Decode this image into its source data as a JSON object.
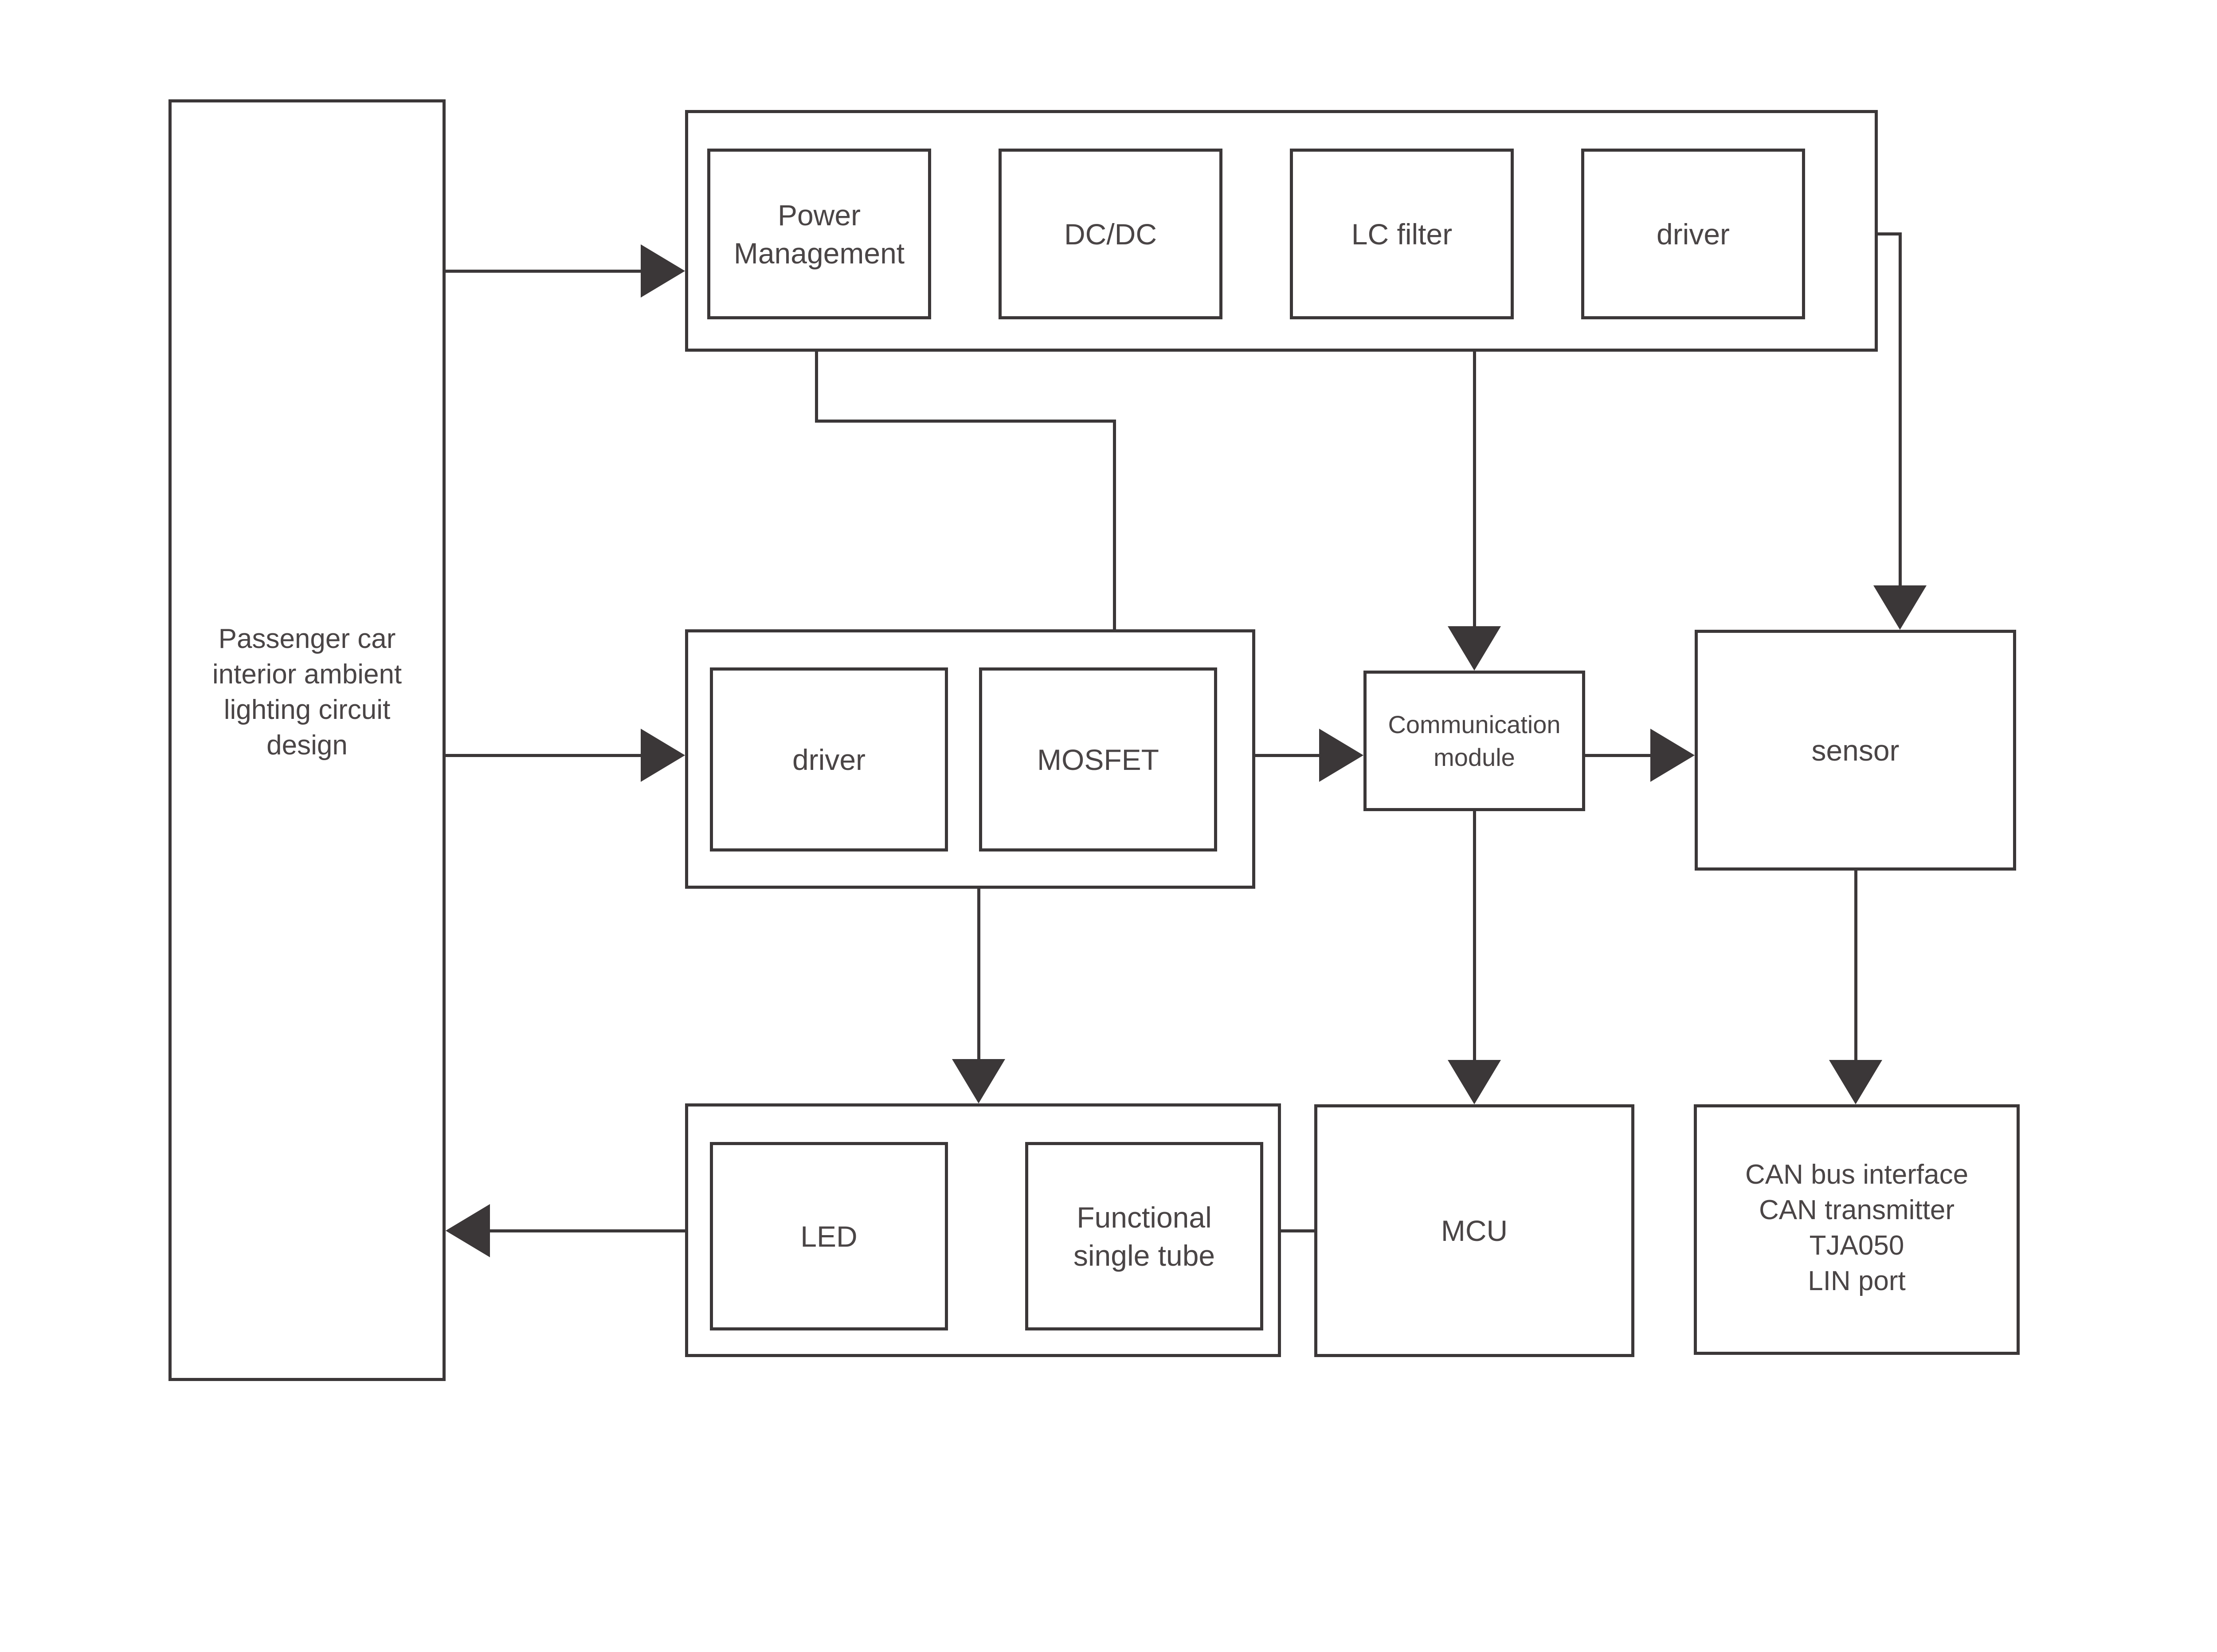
{
  "colors": {
    "stroke": "#3b3738",
    "text": "#4a4546",
    "background": "#ffffff"
  },
  "diagram": {
    "title_block": {
      "lines": [
        "Passenger car",
        "interior ambient",
        "lighting circuit",
        "design"
      ]
    },
    "power_group": {
      "power_management": {
        "label": "Power Management"
      },
      "dc_dc": {
        "label": "DC/DC"
      },
      "lc_filter": {
        "label": "LC filter"
      },
      "driver": {
        "label": "driver"
      }
    },
    "drive_group": {
      "driver": {
        "label": "driver"
      },
      "mosfet": {
        "label": "MOSFET"
      }
    },
    "communication_module": {
      "label": "Communication module"
    },
    "sensor": {
      "label": "sensor"
    },
    "light_group": {
      "led": {
        "label": "LED"
      },
      "functional_single_tube": {
        "label": "Functional single tube"
      }
    },
    "mcu": {
      "label": "MCU"
    },
    "can_block": {
      "lines": [
        "CAN bus interface",
        "CAN transmitter",
        "TJA050",
        "LIN port"
      ]
    }
  }
}
